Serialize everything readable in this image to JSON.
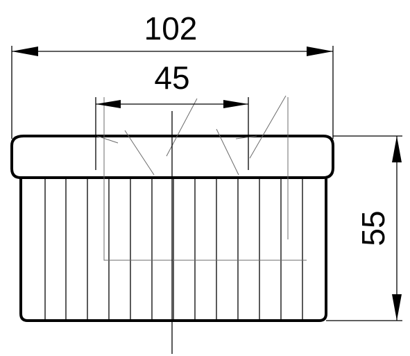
{
  "drawing": {
    "dimensions": {
      "overall_width": "102",
      "inner_width": "45",
      "height": "55"
    },
    "colors": {
      "line": "#000000",
      "hidden_line": "#6b6b6b",
      "background": "#ffffff"
    }
  }
}
